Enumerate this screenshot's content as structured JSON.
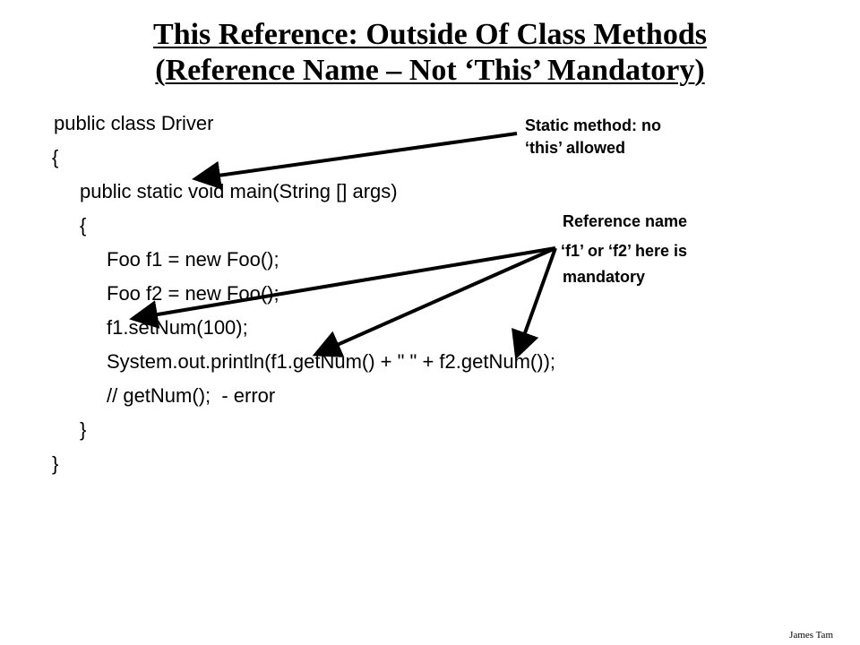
{
  "slide": {
    "title_line1": "This Reference: Outside Of Class Methods",
    "title_line2": "(Reference Name – Not ‘This’ Mandatory)",
    "code": [
      "public class Driver",
      "{",
      "public static void main(String [] args)",
      "{",
      "Foo f1 = new Foo();",
      "Foo f2 = new Foo();",
      "f1.setNum(100);",
      "System.out.println(f1.getNum() + \" \" + f2.getNum());",
      "// getNum();  - error",
      "}",
      "}"
    ],
    "annotations": {
      "static_note_line1": "Static method: no",
      "static_note_line2": "‘this’ allowed",
      "reference_note_line1": "Reference name",
      "reference_note_line2": "‘f1’ or ‘f2’ here is",
      "reference_note_line3": "mandatory"
    },
    "footer": "James Tam"
  }
}
